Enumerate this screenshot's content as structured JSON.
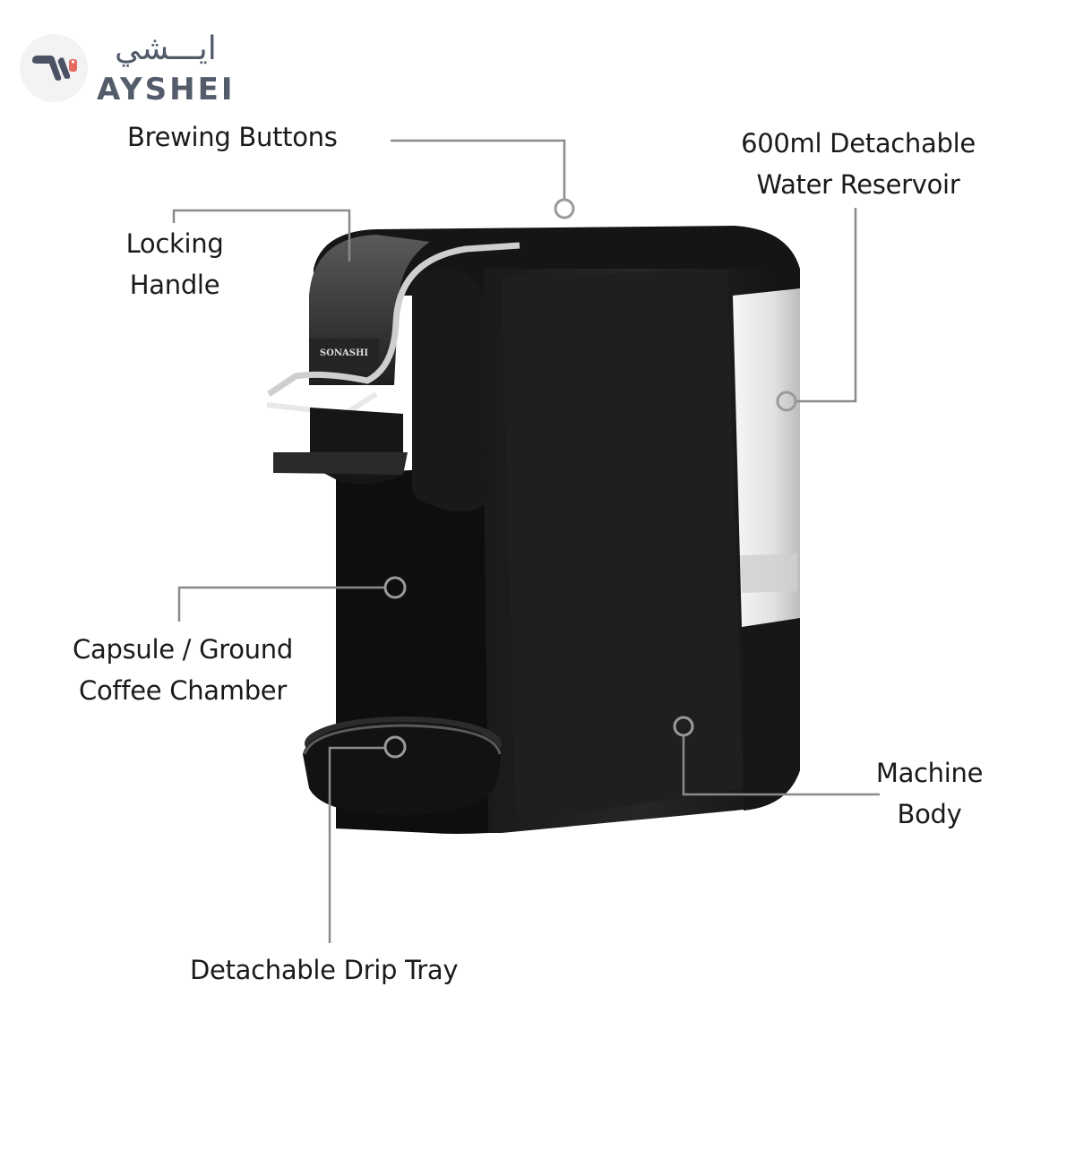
{
  "brand": {
    "arabic_name": "ايـــشي",
    "latin_name": "AYSHEI",
    "colors": {
      "text": "#545b6a",
      "accent": "#e46a5e",
      "badge_bg": "#f3f3f4"
    }
  },
  "product": {
    "type": "capsule coffee machine",
    "brand_marking": "SONASHI",
    "body_color": "#111111"
  },
  "callouts": [
    {
      "id": "brewing-buttons",
      "lines": [
        "Brewing Buttons"
      ]
    },
    {
      "id": "locking-handle",
      "lines": [
        "Locking",
        "Handle"
      ]
    },
    {
      "id": "water-reservoir",
      "lines": [
        "600ml Detachable",
        "Water Reservoir"
      ]
    },
    {
      "id": "coffee-chamber",
      "lines": [
        "Capsule / Ground",
        "Coffee Chamber"
      ]
    },
    {
      "id": "machine-body",
      "lines": [
        "Machine",
        "Body"
      ]
    },
    {
      "id": "drip-tray",
      "lines": [
        "Detachable Drip Tray"
      ]
    }
  ]
}
